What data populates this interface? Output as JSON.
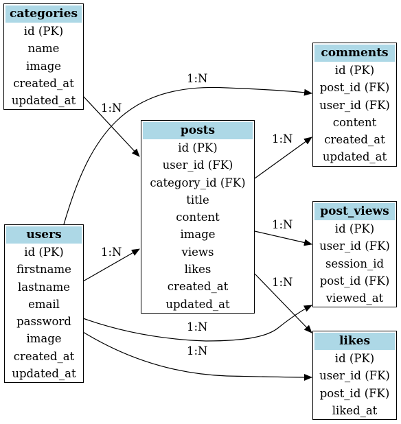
{
  "entities": {
    "categories": {
      "name": "categories",
      "fields": [
        "id (PK)",
        "name",
        "image",
        "created_at",
        "updated_at"
      ]
    },
    "posts": {
      "name": "posts",
      "fields": [
        "id (PK)",
        "user_id (FK)",
        "category_id (FK)",
        "title",
        "content",
        "image",
        "views",
        "likes",
        "created_at",
        "updated_at"
      ]
    },
    "users": {
      "name": "users",
      "fields": [
        "id (PK)",
        "firstname",
        "lastname",
        "email",
        "password",
        "image",
        "created_at",
        "updated_at"
      ]
    },
    "comments": {
      "name": "comments",
      "fields": [
        "id (PK)",
        "post_id (FK)",
        "user_id (FK)",
        "content",
        "created_at",
        "updated_at"
      ]
    },
    "post_views": {
      "name": "post_views",
      "fields": [
        "id (PK)",
        "user_id (FK)",
        "session_id",
        "post_id (FK)",
        "viewed_at"
      ]
    },
    "likes": {
      "name": "likes",
      "fields": [
        "id (PK)",
        "user_id (FK)",
        "post_id (FK)",
        "liked_at"
      ]
    }
  },
  "relationships": [
    {
      "id": "categories-posts",
      "from": "categories",
      "to": "posts",
      "label": "1:N"
    },
    {
      "id": "users-comments",
      "from": "users",
      "to": "comments",
      "label": "1:N"
    },
    {
      "id": "posts-comments",
      "from": "posts",
      "to": "comments",
      "label": "1:N"
    },
    {
      "id": "users-posts",
      "from": "users",
      "to": "posts",
      "label": "1:N"
    },
    {
      "id": "posts-post-views",
      "from": "posts",
      "to": "post_views",
      "label": "1:N"
    },
    {
      "id": "posts-likes",
      "from": "posts",
      "to": "likes",
      "label": "1:N"
    },
    {
      "id": "users-post-views",
      "from": "users",
      "to": "post_views",
      "label": "1:N"
    },
    {
      "id": "users-likes",
      "from": "users",
      "to": "likes",
      "label": "1:N"
    }
  ]
}
